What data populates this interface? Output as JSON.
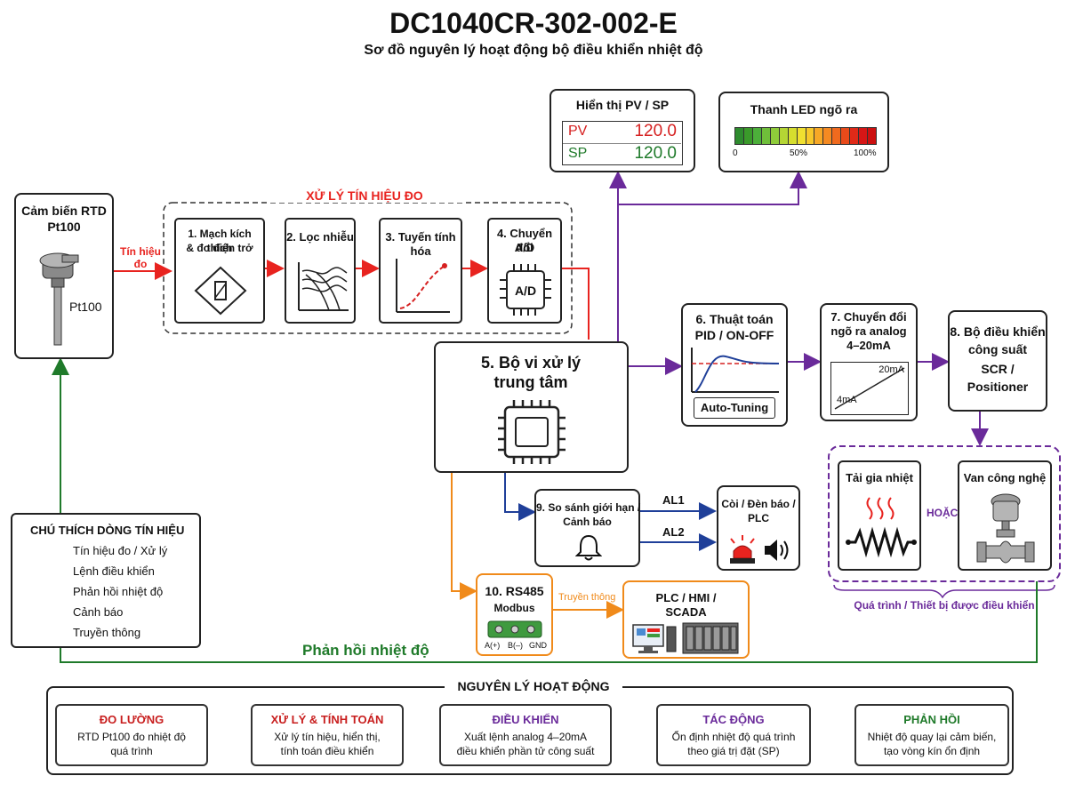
{
  "header": {
    "title": "DC1040CR-302-002-E",
    "subtitle": "Sơ đồ nguyên lý hoạt động bộ điều khiển nhiệt độ"
  },
  "sensor": {
    "title_line1": "Cảm biến RTD",
    "title_line2": "Pt100",
    "label": "Pt100",
    "signal_label_line1": "Tín hiệu",
    "signal_label_line2": "đo"
  },
  "signal_processing": {
    "title": "XỬ LÝ TÍN HIỆU ĐO",
    "blocks": [
      {
        "line1": "1. Mạch kích thích",
        "line2": "& đo điện trở"
      },
      {
        "line1": "2. Lọc nhiễu",
        "line2": ""
      },
      {
        "line1": "3. Tuyến tính hóa",
        "line2": ""
      },
      {
        "line1": "4. Chuyển đổi",
        "line2": "A/D",
        "chip_label": "A/D"
      }
    ]
  },
  "display": {
    "title": "Hiển thị PV / SP",
    "pv_label": "PV",
    "pv_value": "120.0",
    "sp_label": "SP",
    "sp_value": "120.0"
  },
  "led_bar": {
    "title": "Thanh LED ngõ ra",
    "scale": [
      "0",
      "50%",
      "100%"
    ],
    "colors": [
      "#2e8b2e",
      "#3a9a2a",
      "#4caf3a",
      "#6fbf3a",
      "#8fcc3a",
      "#b5d634",
      "#d6de2e",
      "#f0e030",
      "#f7c82a",
      "#f7a826",
      "#f58a22",
      "#f06a1e",
      "#e84a1a",
      "#e02a18",
      "#d61616",
      "#cc1010"
    ]
  },
  "cpu": {
    "title_line1": "5. Bộ vi xử lý",
    "title_line2": "trung tâm"
  },
  "pid": {
    "title_line1": "6. Thuật toán",
    "title_line2": "PID / ON-OFF",
    "button": "Auto-Tuning"
  },
  "analog_out": {
    "title_line1": "7. Chuyển đổi",
    "title_line2": "ngõ ra analog",
    "title_line3": "4–20mA",
    "high_label": "20mA",
    "low_label": "4mA"
  },
  "power_ctrl": {
    "title_line1": "8. Bộ điều khiển",
    "title_line2": "công suất",
    "title_line3": "SCR /",
    "title_line4": "Positioner"
  },
  "process": {
    "heater_title": "Tải gia nhiệt",
    "or_label": "HOẶC",
    "valve_title": "Van công nghệ",
    "caption": "Quá trình / Thiết bị được điều khiển"
  },
  "alarm": {
    "title_line1": "9. So sánh giới hạn /",
    "title_line2": "Cảnh báo",
    "al1": "AL1",
    "al2": "AL2"
  },
  "alarm_output": {
    "title_line1": "Còi / Đèn báo /",
    "title_line2": "PLC"
  },
  "comm": {
    "title_line1": "10. RS485",
    "title_line2": "Modbus",
    "pins": [
      "A(+)",
      "B(–)",
      "GND"
    ],
    "link_label": "Truyền thông"
  },
  "plc": {
    "title_line1": "PLC / HMI /",
    "title_line2": "SCADA"
  },
  "feedback": {
    "label": "Phản hồi nhiệt độ"
  },
  "legend": {
    "title": "CHÚ THÍCH DÒNG TÍN HIỆU",
    "items": [
      {
        "label": "Tín hiệu đo / Xử lý",
        "color": "#e8231f"
      },
      {
        "label": "Lệnh điều khiển",
        "color": "#6a2a9a"
      },
      {
        "label": "Phản hồi nhiệt độ",
        "color": "#1f7a2a"
      },
      {
        "label": "Cảnh báo",
        "color": "#1f3f99"
      },
      {
        "label": "Truyền thông",
        "color": "#f08a1a"
      }
    ]
  },
  "principle": {
    "title": "NGUYÊN LÝ HOẠT ĐỘNG",
    "steps": [
      {
        "heading": "ĐO LƯỜNG",
        "line1": "RTD Pt100 đo nhiệt độ",
        "line2": "quá trình",
        "color": "#c81e1e"
      },
      {
        "heading": "XỬ LÝ & TÍNH TOÁN",
        "line1": "Xử lý tín hiệu, hiển thị,",
        "line2": "tính toán điều khiển",
        "color": "#c81e1e"
      },
      {
        "heading": "ĐIỀU KHIỂN",
        "line1": "Xuất lệnh analog 4–20mA",
        "line2": "điều khiển phần tử công suất",
        "color": "#6a2a9a"
      },
      {
        "heading": "TÁC ĐỘNG",
        "line1": "Ổn định nhiệt độ quá trình",
        "line2": "theo giá trị đặt (SP)",
        "color": "#6a2a9a"
      },
      {
        "heading": "PHẢN HỒI",
        "line1": "Nhiệt độ quay lại cảm biến,",
        "line2": "tạo vòng kín ổn định",
        "color": "#1f7a2a"
      }
    ]
  }
}
